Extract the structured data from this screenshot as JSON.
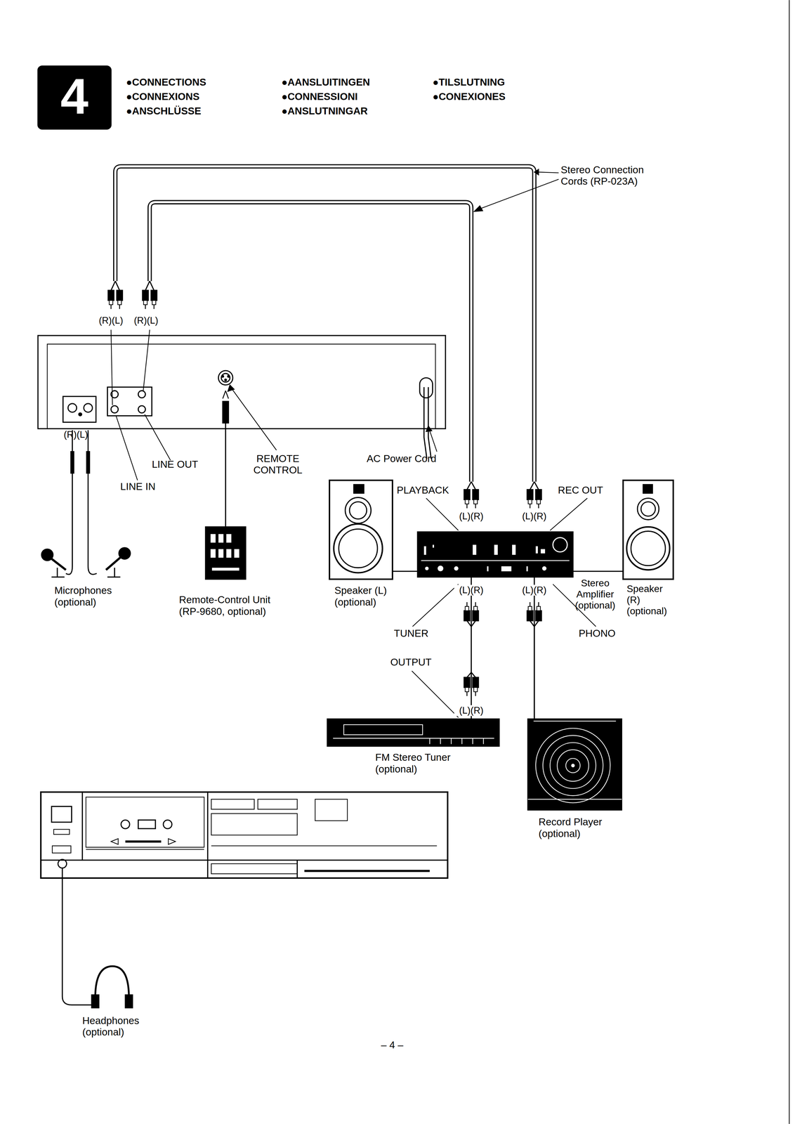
{
  "diagram": {
    "nodes": [
      {
        "text": [
          "Microphones (optional)"
        ]
      },
      {
        "text": [
          "Remote-Control Unit (RP-9680, optional)"
        ]
      },
      {
        "text": [
          "Speaker (L) (optional)"
        ]
      },
      {
        "text": [
          "Stereo Amplifier (optional)"
        ]
      },
      {
        "text": [
          "Speaker (R) (optional)"
        ]
      },
      {
        "text": [
          "FM Stereo Tuner (optional)"
        ]
      },
      {
        "text": [
          "Record Player (optional)"
        ]
      },
      {
        "text": [
          "Headphones (optional)"
        ]
      }
    ],
    "edges": [
      {
        "from": 3,
        "to": 2,
        "arrow": "none"
      },
      {
        "from": 3,
        "to": 4,
        "arrow": "none"
      },
      {
        "from": 3,
        "to": 5,
        "arrow": "none"
      },
      {
        "from": 3,
        "to": 6,
        "arrow": "none"
      }
    ],
    "labels": [
      "4",
      "●CONNECTIONS",
      "●CONNEXIONS",
      "●ANSCHLÜSSE",
      "●AANSLUITINGEN",
      "●CONNESSIONI",
      "●ANSLUTNINGAR",
      "●TILSLUTNING",
      "●CONEXIONES",
      "Stereo Connection Cords (RP-023A)",
      "(R)(L)",
      "(R)(L)",
      "(R)(L)",
      "LINE OUT",
      "LINE IN",
      "REMOTE CONTROL",
      "AC Power Cord",
      "PLAYBACK",
      "REC OUT",
      "(L)(R)",
      "(L)(R)",
      "(L)(R)",
      "(L)(R)",
      "TUNER",
      "PHONO",
      "OUTPUT",
      "(L)(R)",
      "– 4 –"
    ]
  }
}
